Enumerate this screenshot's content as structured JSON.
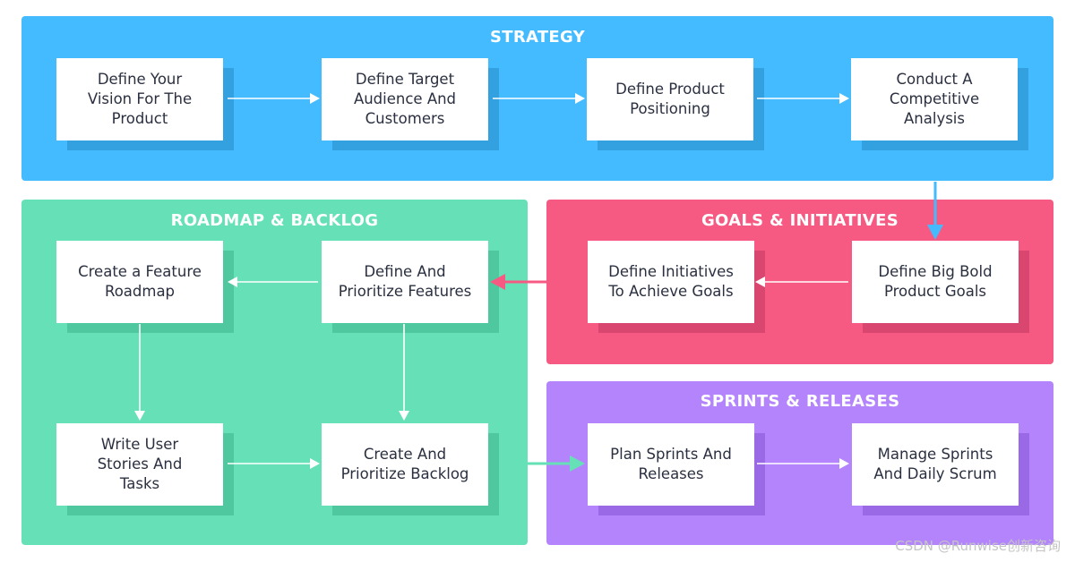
{
  "sections": {
    "strategy": {
      "title": "STRATEGY",
      "color": "#45bbff",
      "cards": [
        "Define Your\nVision For The\nProduct",
        "Define Target\nAudience And\nCustomers",
        "Define Product\nPositioning",
        "Conduct A\nCompetitive\nAnalysis"
      ]
    },
    "roadmap": {
      "title": "ROADMAP & BACKLOG",
      "color": "#66e0b6",
      "cards": [
        "Create a Feature\nRoadmap",
        "Define And\nPrioritize Features",
        "Write User\nStories And\nTasks",
        "Create And\nPrioritize Backlog"
      ]
    },
    "goals": {
      "title": "GOALS & INITIATIVES",
      "color": "#f65a82",
      "cards": [
        "Define Initiatives\nTo Achieve Goals",
        "Define Big Bold\nProduct Goals"
      ]
    },
    "sprints": {
      "title": "SPRINTS & RELEASES",
      "color": "#b384fc",
      "cards": [
        "Plan Sprints And\nReleases",
        "Manage Sprints\nAnd Daily Scrum"
      ]
    }
  },
  "watermark": "CSDN @Runwise创新咨询"
}
